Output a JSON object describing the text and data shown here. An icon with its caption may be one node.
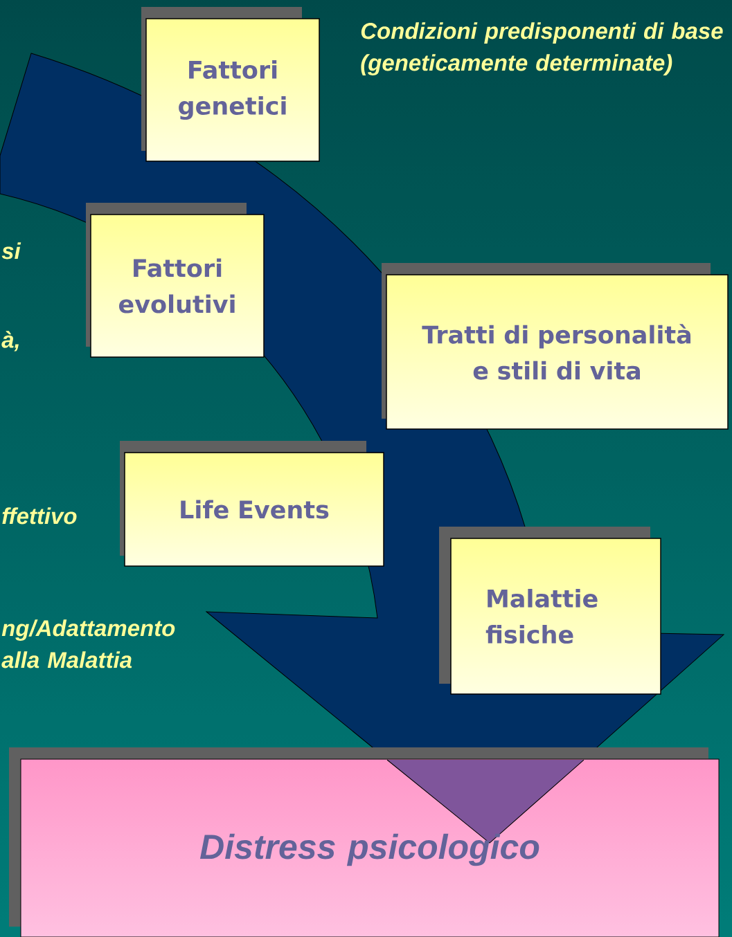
{
  "diagram": {
    "nodes": [
      {
        "text": [
          "Fattori genetici"
        ]
      },
      {
        "text": [
          "Fattori evolutivi"
        ]
      },
      {
        "text": [
          "Tratti di personalità e stili di vita"
        ]
      },
      {
        "text": [
          "Life Events"
        ]
      },
      {
        "text": [
          "Malattie fisiche"
        ]
      },
      {
        "text": [
          "Distress psicologico"
        ]
      }
    ],
    "labels": [
      "Condizioni predisponenti di base (geneticamente determinate)",
      "si",
      "à,",
      "ffettivo",
      "ng/Adattamento alla Malattia"
    ]
  }
}
